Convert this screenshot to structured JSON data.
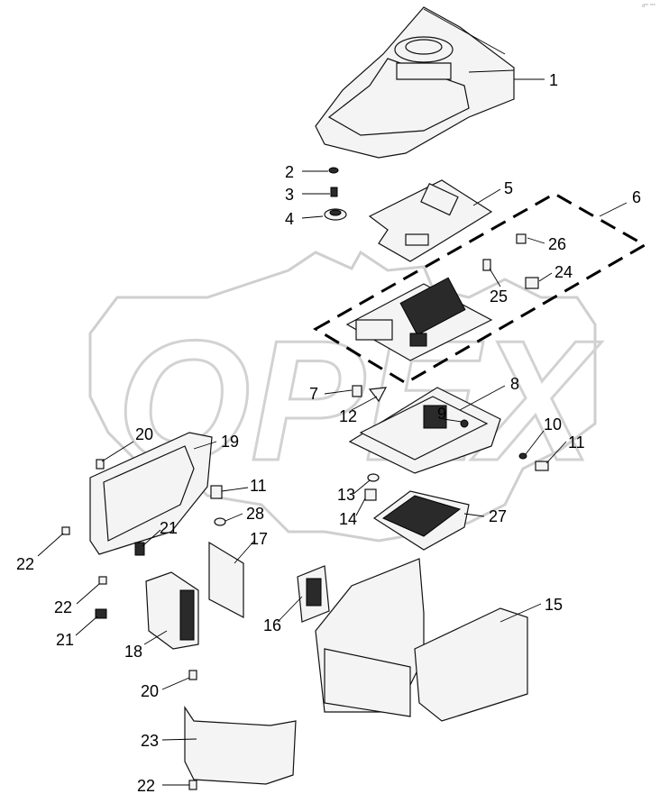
{
  "diagram": {
    "corner_mark": "d⁰⁰ ⁰⁰⁰",
    "watermark": "OPEX",
    "callouts": [
      "1",
      "2",
      "3",
      "4",
      "5",
      "6",
      "7",
      "8",
      "9",
      "10",
      "11",
      "11",
      "12",
      "13",
      "14",
      "15",
      "16",
      "17",
      "18",
      "19",
      "20",
      "20",
      "21",
      "21",
      "22",
      "22",
      "22",
      "23",
      "24",
      "25",
      "26",
      "27",
      "28"
    ]
  },
  "colors": {
    "line": "#111111",
    "watermark": "#cfcfcf",
    "fill": "#f4f4f4"
  }
}
